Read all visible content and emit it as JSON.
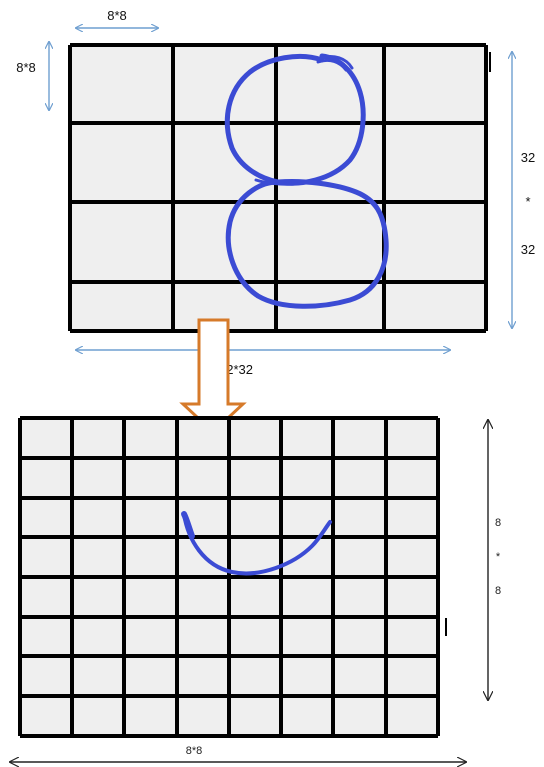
{
  "labels": {
    "top_block_width": "8*8",
    "top_block_height": "8*8",
    "top_grid_height_top": "32",
    "top_grid_height_sep": "*",
    "top_grid_height_bottom": "32",
    "top_grid_width": "32*32",
    "bottom_grid_height_top": "8",
    "bottom_grid_height_sep": "*",
    "bottom_grid_height_bottom": "8",
    "bottom_grid_width": "8*8"
  },
  "colors": {
    "grid_line": "#000000",
    "cell_fill": "#efefef",
    "dimension_arrow_blue": "#6f9fd0",
    "dimension_arrow_black": "#222222",
    "stroke_blue": "#3b4bd4",
    "down_arrow": "#d67a2a"
  }
}
